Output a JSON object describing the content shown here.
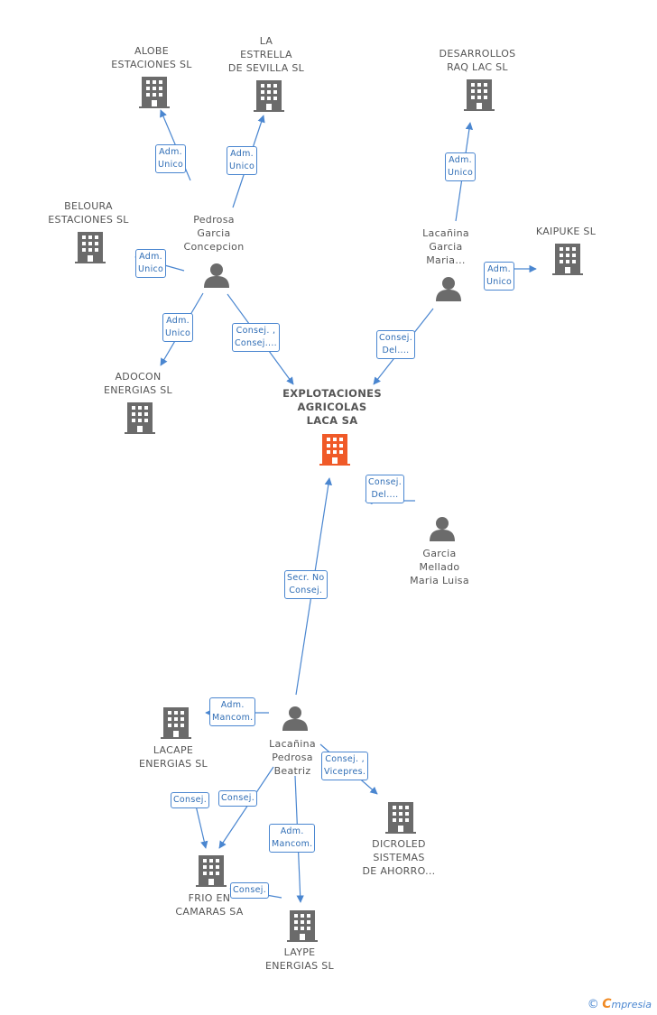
{
  "nodes": [
    {
      "id": "alobe",
      "label": "ALOBE\nESTACIONES SL",
      "kind": "company"
    },
    {
      "id": "estrella",
      "label": "LA\nESTRELLA\nDE SEVILLA SL",
      "kind": "company"
    },
    {
      "id": "desarrollos",
      "label": "DESARROLLOS\nRAQ LAC SL",
      "kind": "company"
    },
    {
      "id": "beloura",
      "label": "BELOURA\nESTACIONES SL",
      "kind": "company"
    },
    {
      "id": "pedrosa",
      "label": "Pedrosa\nGarcia\nConcepcion",
      "kind": "person"
    },
    {
      "id": "lacanina_maria",
      "label": "Lacañina\nGarcia\nMaria...",
      "kind": "person"
    },
    {
      "id": "kaipuke",
      "label": "KAIPUKE  SL",
      "kind": "company"
    },
    {
      "id": "adocon",
      "label": "ADOCON\nENERGIAS SL",
      "kind": "company"
    },
    {
      "id": "main",
      "label": "EXPLOTACIONES\nAGRICOLAS\nLACA SA",
      "kind": "main"
    },
    {
      "id": "mellado",
      "label": "Garcia\nMellado\nMaria Luisa",
      "kind": "person"
    },
    {
      "id": "lacape",
      "label": "LACAPE\nENERGIAS SL",
      "kind": "company"
    },
    {
      "id": "beatriz",
      "label": "Lacañina\nPedrosa\nBeatriz",
      "kind": "person"
    },
    {
      "id": "dicroled",
      "label": "DICROLED\nSISTEMAS\nDE AHORRO...",
      "kind": "company"
    },
    {
      "id": "frio",
      "label": "FRIO EN\nCAMARAS SA",
      "kind": "company"
    },
    {
      "id": "laype",
      "label": "LAYPE\nENERGIAS SL",
      "kind": "company"
    }
  ],
  "edges": [
    {
      "from": "pedrosa",
      "to": "alobe",
      "label": "Adm.\nUnico"
    },
    {
      "from": "pedrosa",
      "to": "estrella",
      "label": "Adm.\nUnico"
    },
    {
      "from": "pedrosa",
      "to": "beloura",
      "label": "Adm.\nUnico"
    },
    {
      "from": "pedrosa",
      "to": "adocon",
      "label": "Adm.\nUnico"
    },
    {
      "from": "pedrosa",
      "to": "main",
      "label": "Consej. ,\nConsej...."
    },
    {
      "from": "lacanina_maria",
      "to": "desarrollos",
      "label": "Adm.\nUnico"
    },
    {
      "from": "lacanina_maria",
      "to": "kaipuke",
      "label": "Adm.\nUnico"
    },
    {
      "from": "lacanina_maria",
      "to": "main",
      "label": "Consej.\nDel...."
    },
    {
      "from": "mellado",
      "to": "main",
      "label": "Consej.\nDel...."
    },
    {
      "from": "beatriz",
      "to": "main",
      "label": "Secr.  No\nConsej."
    },
    {
      "from": "beatriz",
      "to": "lacape",
      "label": "Adm.\nMancom."
    },
    {
      "from": "beatriz",
      "to": "dicroled",
      "label": "Consej. ,\nVicepres."
    },
    {
      "from": "beatriz",
      "to": "frio",
      "label": "Consej."
    },
    {
      "from": "lacape",
      "to": "frio",
      "label": "Consej."
    },
    {
      "from": "beatriz",
      "to": "laype",
      "label": "Adm.\nMancom."
    },
    {
      "from": "laype",
      "to": "frio",
      "label": "Consej."
    }
  ],
  "colors": {
    "edge": "#4a86d0",
    "company": "#6b6b6b",
    "main": "#f05a28",
    "person": "#6b6b6b"
  },
  "footer": {
    "copyright": "©",
    "brand_first": "C",
    "brand_rest": "mpresia"
  }
}
